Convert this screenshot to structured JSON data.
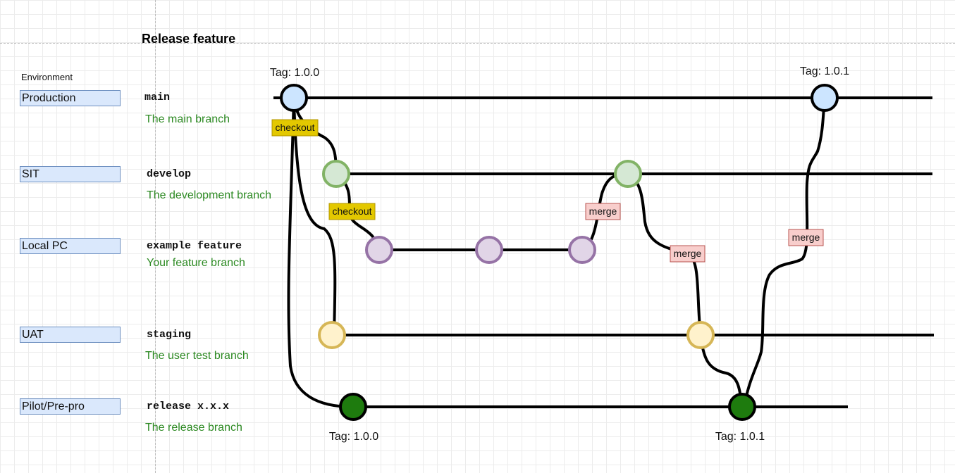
{
  "title": "Release feature",
  "environment_heading": "Environment",
  "environments": [
    "Production",
    "SIT",
    "Local PC",
    "UAT",
    "Pilot/Pre-pro"
  ],
  "branches": [
    {
      "name": "main",
      "description": "The main branch"
    },
    {
      "name": "develop",
      "description": "The development branch"
    },
    {
      "name": "example feature",
      "description": "Your feature branch"
    },
    {
      "name": "staging",
      "description": "The user test branch"
    },
    {
      "name": "release x.x.x",
      "description": "The release branch"
    }
  ],
  "tags": {
    "main_first": "Tag: 1.0.0",
    "main_second": "Tag: 1.0.1",
    "release_first": "Tag: 1.0.0",
    "release_second": "Tag: 1.0.1"
  },
  "labels": {
    "checkout_main": "checkout",
    "checkout_develop": "checkout",
    "merge_feature": "merge",
    "merge_develop": "merge",
    "merge_release": "merge"
  },
  "colors": {
    "main_fill": "#cce5ff",
    "develop_fill": "#d5e8d4",
    "develop_stroke": "#82b366",
    "feature_fill": "#e1d5e7",
    "feature_stroke": "#9673a6",
    "staging_fill": "#fff2cc",
    "staging_stroke": "#d6b656",
    "release_fill": "#1e7b0e",
    "checkout_fill": "#e3c800",
    "merge_fill": "#f8cecc",
    "description_text": "#2d8a23"
  }
}
